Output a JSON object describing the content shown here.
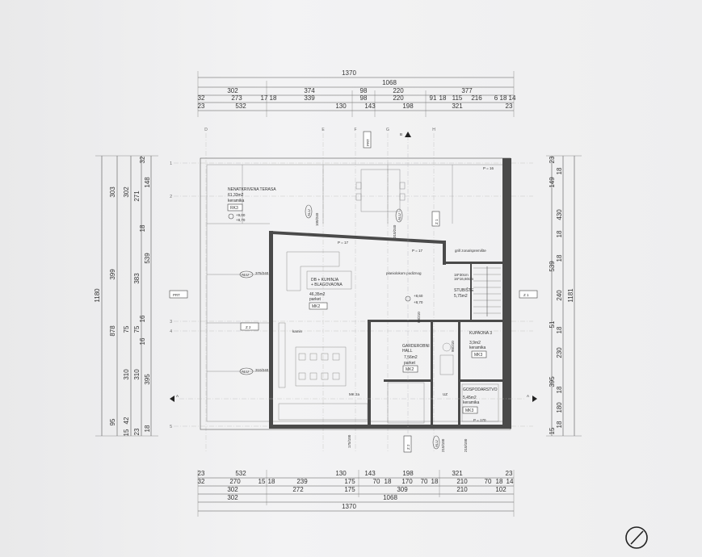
{
  "dimensions": {
    "top": {
      "row1": [
        "1370"
      ],
      "row2": [
        "1068"
      ],
      "row3": [
        "302",
        "374",
        "98",
        "220",
        "377"
      ],
      "row4": [
        "32",
        "273",
        "17",
        "18",
        "339",
        "98",
        "220",
        "91",
        "18",
        "115",
        "216",
        "6",
        "18",
        "14"
      ],
      "row5": [
        "23",
        "532",
        "130",
        "143",
        "198",
        "321",
        "23"
      ]
    },
    "bottom": {
      "row1": [
        "23",
        "532",
        "130",
        "143",
        "198",
        "321",
        "23"
      ],
      "row2": [
        "32",
        "270",
        "15",
        "18",
        "239",
        "175",
        "70",
        "18",
        "170",
        "70",
        "18",
        "210",
        "70",
        "18",
        "14"
      ],
      "row3": [
        "302",
        "272",
        "175",
        "309",
        "210",
        "102"
      ],
      "row4": [
        "302",
        "1068"
      ],
      "row5": [
        "1370"
      ]
    },
    "left": {
      "total": "1180",
      "col2": [
        "303",
        "399",
        "878",
        "95"
      ],
      "col3": [
        "302",
        "75",
        "310",
        "42"
      ],
      "col4": [
        "271",
        "383",
        "75",
        "310"
      ],
      "col5": [
        "148",
        "539",
        "395",
        "18"
      ],
      "col6": [
        "32",
        "18",
        "23",
        "16",
        "16",
        "15"
      ]
    },
    "right": {
      "total": "1181",
      "col2": [
        "149",
        "430",
        "539",
        "240",
        "51",
        "230",
        "395",
        "180",
        "15"
      ],
      "col3": [
        "23",
        "18",
        "18",
        "18",
        "18",
        "18",
        "18"
      ]
    }
  },
  "grid_axes": {
    "vertical": [
      "D",
      "E",
      "F",
      "G",
      "H"
    ],
    "horizontal": [
      "1",
      "2",
      "3",
      "4",
      "5"
    ]
  },
  "rooms": {
    "terrace": {
      "name": "NENATKRIVENA TERASA",
      "area": "61,33m2",
      "floor": "keramika",
      "code": "RK3",
      "levels": [
        "+9,00",
        "+8,70"
      ]
    },
    "living": {
      "name": "DB + KUHINJA\n+ BLAGOVAONA",
      "area": "46,35m2",
      "floor": "parket",
      "code": "MK2"
    },
    "stairs": {
      "name": "STUBIŠTE",
      "area": "5,75m2",
      "spec": "18*30cm\n16*16,60cm"
    },
    "bath": {
      "name": "KUPAONA 3",
      "area": "3,9m2",
      "floor": "keramika",
      "code": "MK3"
    },
    "hall": {
      "name": "GARDEROBNI\nHALL",
      "area": "7,56m2",
      "floor": "parket",
      "code": "MK2"
    },
    "utility": {
      "name": "GOSPODARSTVO",
      "area": "5,45m2",
      "floor": "keramika",
      "code": "MK3",
      "p_note": "P = 170"
    }
  },
  "labels": {
    "grill": "grill zona/spremište",
    "planned": "planiolokom podiznog",
    "kamin": "kamin",
    "prt_left": "PRT",
    "prt_top": "PRT",
    "z1_right": "Z 1",
    "z1_top": "Z 1",
    "z2_left": "Z 2",
    "z2_mid": "Z 2",
    "uz": "UZ",
    "mk2a": "MK 2a",
    "level_mid_a": "+8,60",
    "level_mid_b": "+8,70",
    "section_a": "A",
    "section_b": "B",
    "p17_a": "P = 17",
    "p17_b": "P = 17",
    "p_top_right": "P = 16",
    "alu_labels": [
      "ALU",
      "ALU",
      "ALU",
      "ALU",
      "ALU"
    ],
    "opening_codes": [
      "375/240",
      "310/240",
      "100/240",
      "310/240",
      "175/100",
      "210/100",
      "210/100",
      "90/210",
      "80/210"
    ]
  },
  "colors": {
    "wall": "#4a4a4a",
    "line": "#555555",
    "paper": "#efeff0"
  }
}
